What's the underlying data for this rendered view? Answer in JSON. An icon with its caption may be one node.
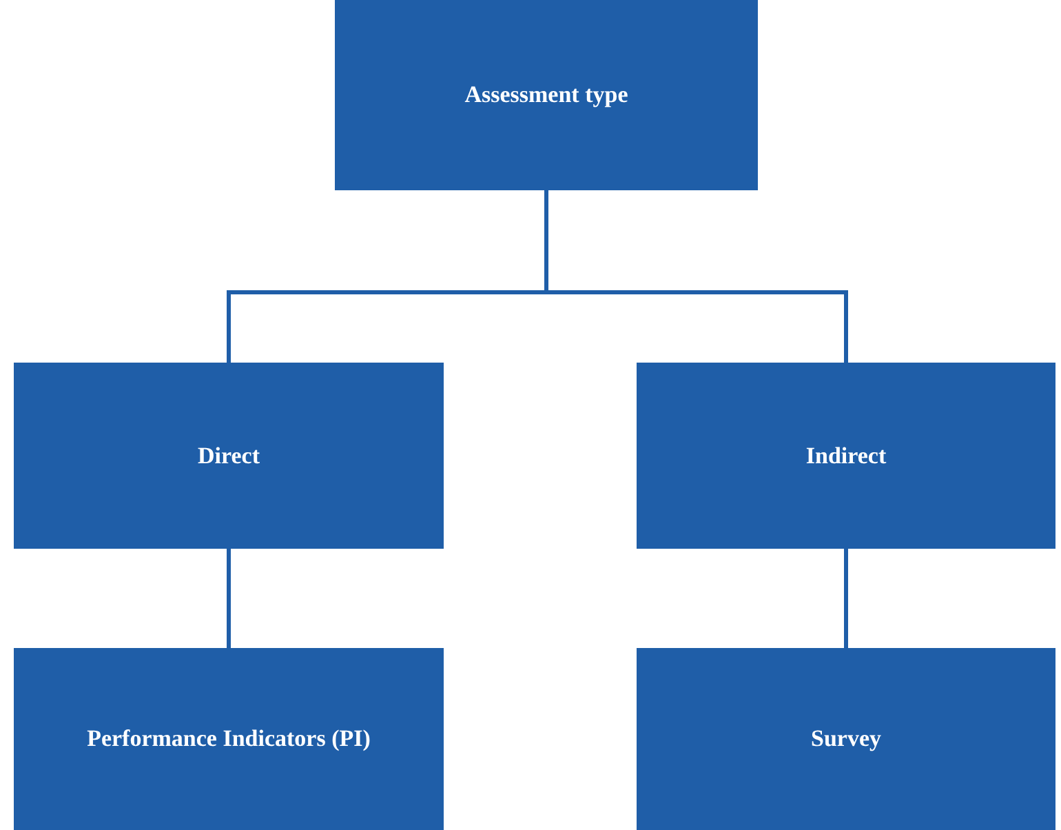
{
  "diagram": {
    "nodes": [
      {
        "text": [
          "Assessment type"
        ]
      },
      {
        "text": [
          "Direct"
        ]
      },
      {
        "text": [
          "Indirect"
        ]
      },
      {
        "text": [
          "Performance Indicators (PI)"
        ]
      },
      {
        "text": [
          "Survey"
        ]
      }
    ],
    "edges": [
      {
        "from": 0,
        "to": 1,
        "arrow": "none"
      },
      {
        "from": 0,
        "to": 2,
        "arrow": "none"
      },
      {
        "from": 1,
        "to": 3,
        "arrow": "none"
      },
      {
        "from": 2,
        "to": 4,
        "arrow": "none"
      }
    ]
  }
}
